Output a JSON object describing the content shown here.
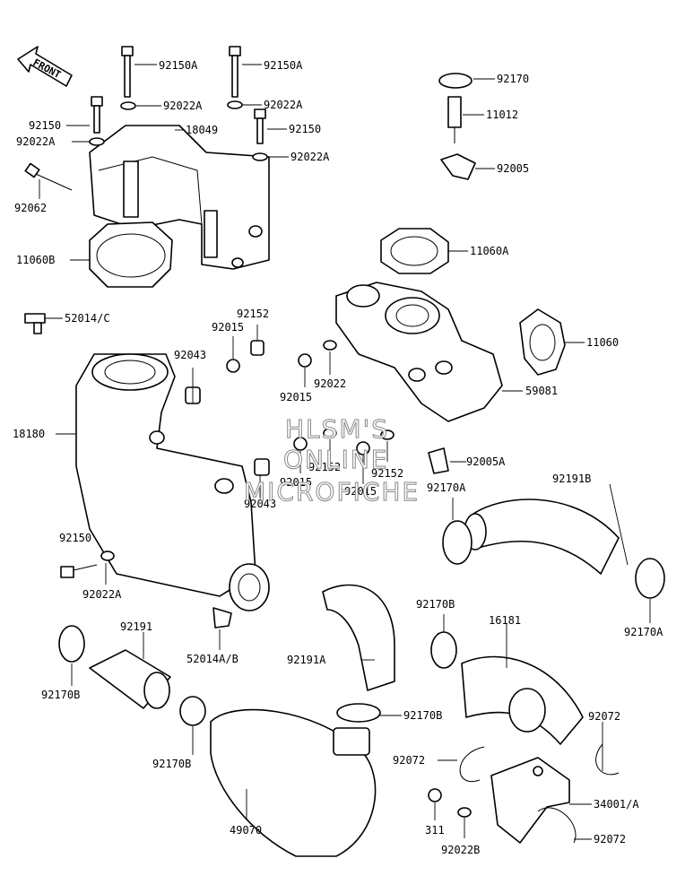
{
  "front_label": "FRONT",
  "watermark": [
    "HLSM'S",
    "ONLINE",
    "MICROFICHE"
  ],
  "labels": {
    "l92150A_1": "92150A",
    "l92150A_2": "92150A",
    "l92170_top": "92170",
    "l92150_l": "92150",
    "l92022A_1": "92022A",
    "l92022A_2": "92022A",
    "l11012": "11012",
    "l92022A_l": "92022A",
    "l18049": "18049",
    "l92150_m": "92150",
    "l92022A_3": "92022A",
    "l92005": "92005",
    "l92062": "92062",
    "l11060B": "11060B",
    "l11060A": "11060A",
    "l92152_t": "92152",
    "l52014C": "52014/C",
    "l92015_t": "92015",
    "l11060": "11060",
    "l92043_t": "92043",
    "l92022": "92022",
    "l92015_m": "92015",
    "l59081": "59081",
    "l18180": "18180",
    "l92152_1": "92152",
    "l92152_2": "92152",
    "l92005A": "92005A",
    "l92015_b1": "92015",
    "l92015_b2": "92015",
    "l92191B": "92191B",
    "l92170A_1": "92170A",
    "l92043_b": "92043",
    "l92150_b": "92150",
    "l92022A_b": "92022A",
    "l92170A_2": "92170A",
    "l92170B_1": "92170B",
    "l92191": "92191",
    "l16181": "16181",
    "l52014AB": "52014A/B",
    "l92191A": "92191A",
    "l92170B_2": "92170B",
    "l92170B_3": "92170B",
    "l92072_1": "92072",
    "l92170B_4": "92170B",
    "l92072_2": "92072",
    "l34001A": "34001/A",
    "l49070": "49070",
    "l311": "311",
    "l92022B": "92022B",
    "l92072_3": "92072"
  }
}
